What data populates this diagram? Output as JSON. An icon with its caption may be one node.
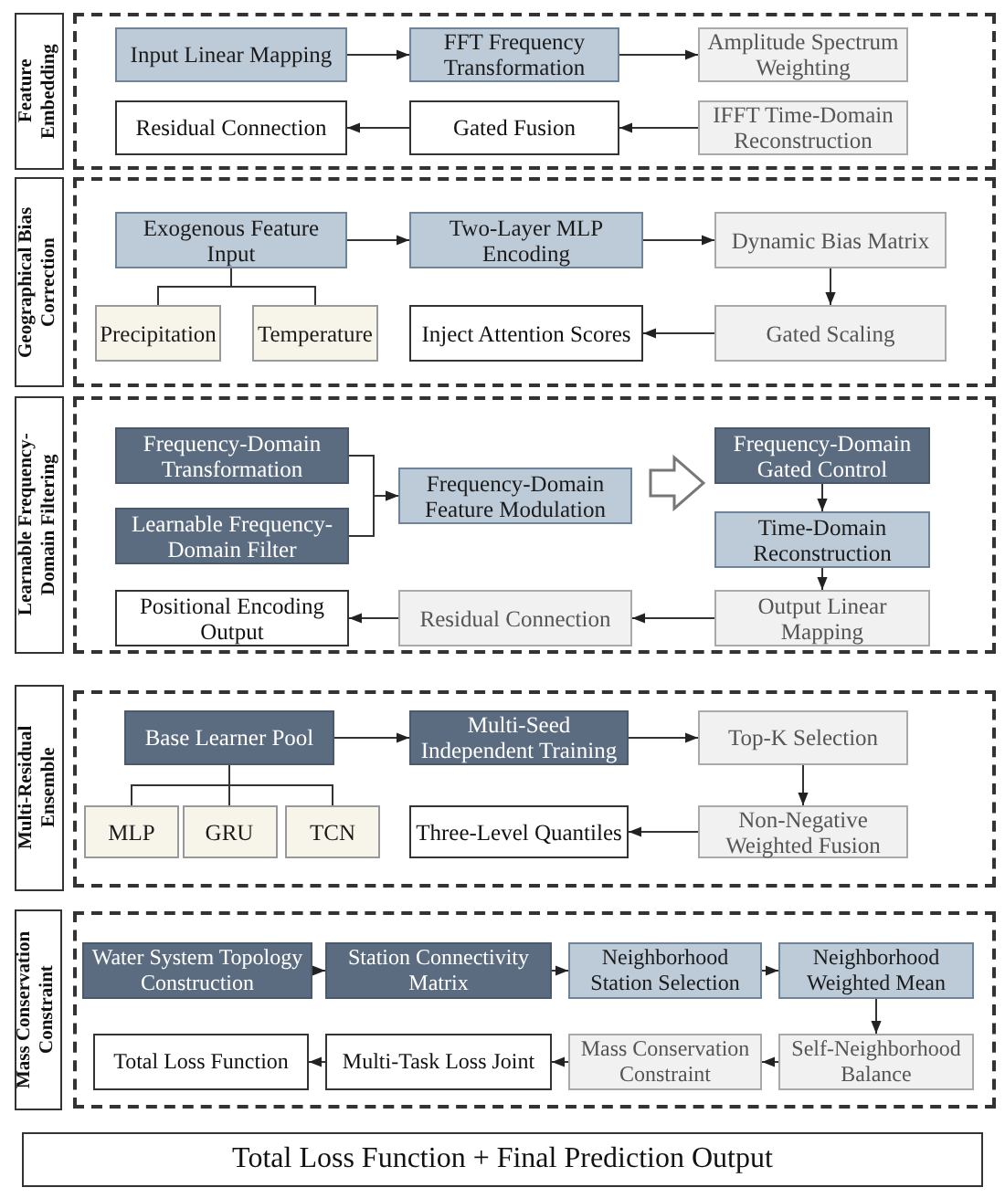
{
  "diagram": {
    "nodes": [
      {
        "text": [
          "Feature Embedding"
        ]
      },
      {
        "text": [],
        "shape": "box"
      },
      {
        "text": [
          "Input Linear Mapping"
        ],
        "in": 1
      },
      {
        "text": [
          "FFT Frequency Transformation"
        ],
        "in": 1
      },
      {
        "text": [
          "Amplitude Spectrum Weighting"
        ],
        "in": 1
      },
      {
        "text": [
          "Residual Connection"
        ],
        "in": 1
      },
      {
        "text": [
          "Gated Fusion"
        ],
        "in": 1
      },
      {
        "text": [
          "IFFT Time-Domain Reconstruction"
        ],
        "in": 1
      },
      {
        "text": [
          "Geographical Bias Correction"
        ]
      },
      {
        "text": [],
        "shape": "box"
      },
      {
        "text": [
          "Exogenous Feature Input"
        ],
        "in": 9
      },
      {
        "text": [
          "Two-Layer MLP Encoding"
        ],
        "in": 9
      },
      {
        "text": [
          "Dynamic Bias Matrix"
        ],
        "in": 9
      },
      {
        "text": [
          "Precipitation"
        ],
        "in": 9
      },
      {
        "text": [
          "Temperature"
        ],
        "in": 9
      },
      {
        "text": [
          "Inject Attention Scores"
        ],
        "in": 9
      },
      {
        "text": [
          "Gated Scaling"
        ],
        "in": 9
      },
      {
        "text": [
          "Learnable Frequency-Domain Filtering"
        ]
      },
      {
        "text": [],
        "shape": "box"
      },
      {
        "text": [
          "Frequency-Domain Transformation"
        ],
        "in": 18
      },
      {
        "text": [
          "Learnable Frequency-Domain Filter"
        ],
        "in": 18
      },
      {
        "text": [
          "Frequency-Domain Feature Modulation"
        ],
        "in": 18
      },
      {
        "text": [
          "Frequency-Domain Gated Control"
        ],
        "in": 18
      },
      {
        "text": [
          "Time-Domain Reconstruction"
        ],
        "in": 18
      },
      {
        "text": [
          "Positional Encoding Output"
        ],
        "in": 18
      },
      {
        "text": [
          "Residual Connection"
        ],
        "in": 18
      },
      {
        "text": [
          "Output Linear Mapping"
        ],
        "in": 18
      },
      {
        "text": [
          "Multi-Residual Ensemble"
        ]
      },
      {
        "text": [],
        "shape": "box"
      },
      {
        "text": [
          "Base Learner Pool"
        ],
        "in": 28
      },
      {
        "text": [
          "Multi-Seed Independent Training"
        ],
        "in": 28
      },
      {
        "text": [
          "Top-K Selection"
        ],
        "in": 28
      },
      {
        "text": [
          "MLP"
        ],
        "in": 28
      },
      {
        "text": [
          "GRU"
        ],
        "in": 28
      },
      {
        "text": [
          "TCN"
        ],
        "in": 28
      },
      {
        "text": [
          "Three-Level Quantiles"
        ],
        "in": 28
      },
      {
        "text": [
          "Non-Negative Weighted Fusion"
        ],
        "in": 28
      },
      {
        "text": [
          "Mass Conservation Constraint"
        ]
      },
      {
        "text": [],
        "shape": "box"
      },
      {
        "text": [
          "Water System Topology Construction"
        ],
        "in": 38
      },
      {
        "text": [
          "Station Connectivity Matrix"
        ],
        "in": 38
      },
      {
        "text": [
          "Neighborhood Station Selection"
        ],
        "in": 38
      },
      {
        "text": [
          "Neighborhood Weighted Mean"
        ],
        "in": 38
      },
      {
        "text": [
          "Total Loss Function"
        ],
        "in": 38
      },
      {
        "text": [
          "Multi-Task Loss Joint"
        ],
        "in": 38
      },
      {
        "text": [
          "Mass Conservation Constraint"
        ],
        "in": 38
      },
      {
        "text": [
          "Self-Neighborhood Balance"
        ],
        "in": 38
      },
      {
        "text": [
          "Total Loss Function + Final Prediction Output"
        ]
      }
    ],
    "edges": [
      {
        "from": 2,
        "to": 3,
        "arrow": "to"
      },
      {
        "from": 3,
        "to": 4,
        "arrow": "to"
      },
      {
        "from": 7,
        "to": 6,
        "arrow": "to"
      },
      {
        "from": 6,
        "to": 5,
        "arrow": "to"
      },
      {
        "from": 10,
        "to": 11,
        "arrow": "to"
      },
      {
        "from": 11,
        "to": 12,
        "arrow": "to"
      },
      {
        "from": 12,
        "to": 16,
        "arrow": "to"
      },
      {
        "from": 16,
        "to": 15,
        "arrow": "to"
      },
      {
        "from": 10,
        "to": 13,
        "arrow": "none"
      },
      {
        "from": 10,
        "to": 14,
        "arrow": "none"
      },
      {
        "from": 19,
        "to": 21,
        "arrow": "to"
      },
      {
        "from": 20,
        "to": 21,
        "arrow": "to"
      },
      {
        "from": 21,
        "to": 22,
        "arrow": "to",
        "style": "thick"
      },
      {
        "from": 22,
        "to": 23,
        "arrow": "to"
      },
      {
        "from": 23,
        "to": 26,
        "arrow": "to"
      },
      {
        "from": 26,
        "to": 25,
        "arrow": "to"
      },
      {
        "from": 25,
        "to": 24,
        "arrow": "to"
      },
      {
        "from": 29,
        "to": 30,
        "arrow": "to"
      },
      {
        "from": 30,
        "to": 31,
        "arrow": "to"
      },
      {
        "from": 31,
        "to": 36,
        "arrow": "to"
      },
      {
        "from": 36,
        "to": 35,
        "arrow": "to"
      },
      {
        "from": 29,
        "to": 32,
        "arrow": "none"
      },
      {
        "from": 29,
        "to": 33,
        "arrow": "none"
      },
      {
        "from": 29,
        "to": 34,
        "arrow": "none"
      },
      {
        "from": 39,
        "to": 40,
        "arrow": "to"
      },
      {
        "from": 40,
        "to": 41,
        "arrow": "to"
      },
      {
        "from": 41,
        "to": 42,
        "arrow": "to"
      },
      {
        "from": 42,
        "to": 46,
        "arrow": "to"
      },
      {
        "from": 46,
        "to": 45,
        "arrow": "to"
      },
      {
        "from": 45,
        "to": 44,
        "arrow": "to"
      },
      {
        "from": 44,
        "to": 43,
        "arrow": "to"
      }
    ]
  }
}
